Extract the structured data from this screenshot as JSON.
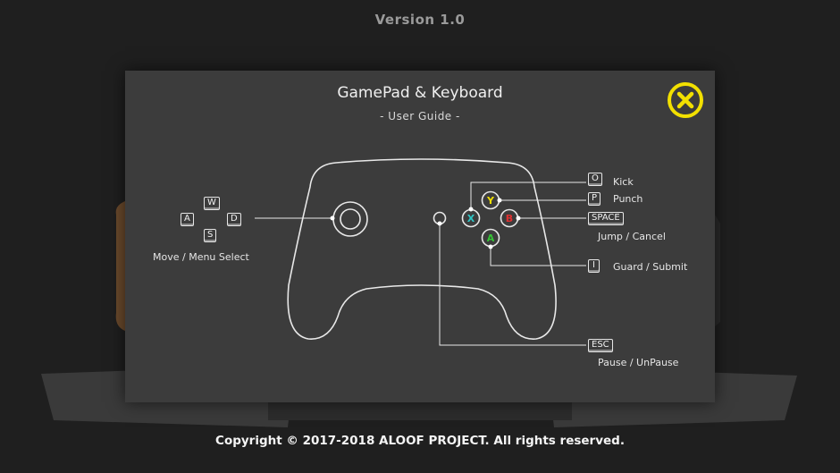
{
  "header": {
    "version": "Version 1.0"
  },
  "guide": {
    "title": "GamePad & Keyboard",
    "subtitle": "- User Guide -",
    "close_icon": "close-x-icon",
    "accent_color": "#f2e000",
    "keys": {
      "w": "W",
      "a": "A",
      "s": "S",
      "d": "D",
      "o": "O",
      "p": "P",
      "space": "SPACE",
      "i": "I",
      "esc": "ESC"
    },
    "face_buttons": {
      "y": "Y",
      "x": "X",
      "b": "B",
      "a": "A"
    },
    "face_colors": {
      "y": "#f2e000",
      "x": "#2fc6c6",
      "b": "#e03030",
      "a": "#35c435"
    },
    "labels": {
      "move": "Move / Menu Select",
      "kick": "Kick",
      "punch": "Punch",
      "jump": "Jump / Cancel",
      "guard": "Guard / Submit",
      "pause": "Pause / UnPause"
    }
  },
  "footer": {
    "copyright": "Copyright © 2017-2018 ALOOF PROJECT. All rights reserved."
  }
}
